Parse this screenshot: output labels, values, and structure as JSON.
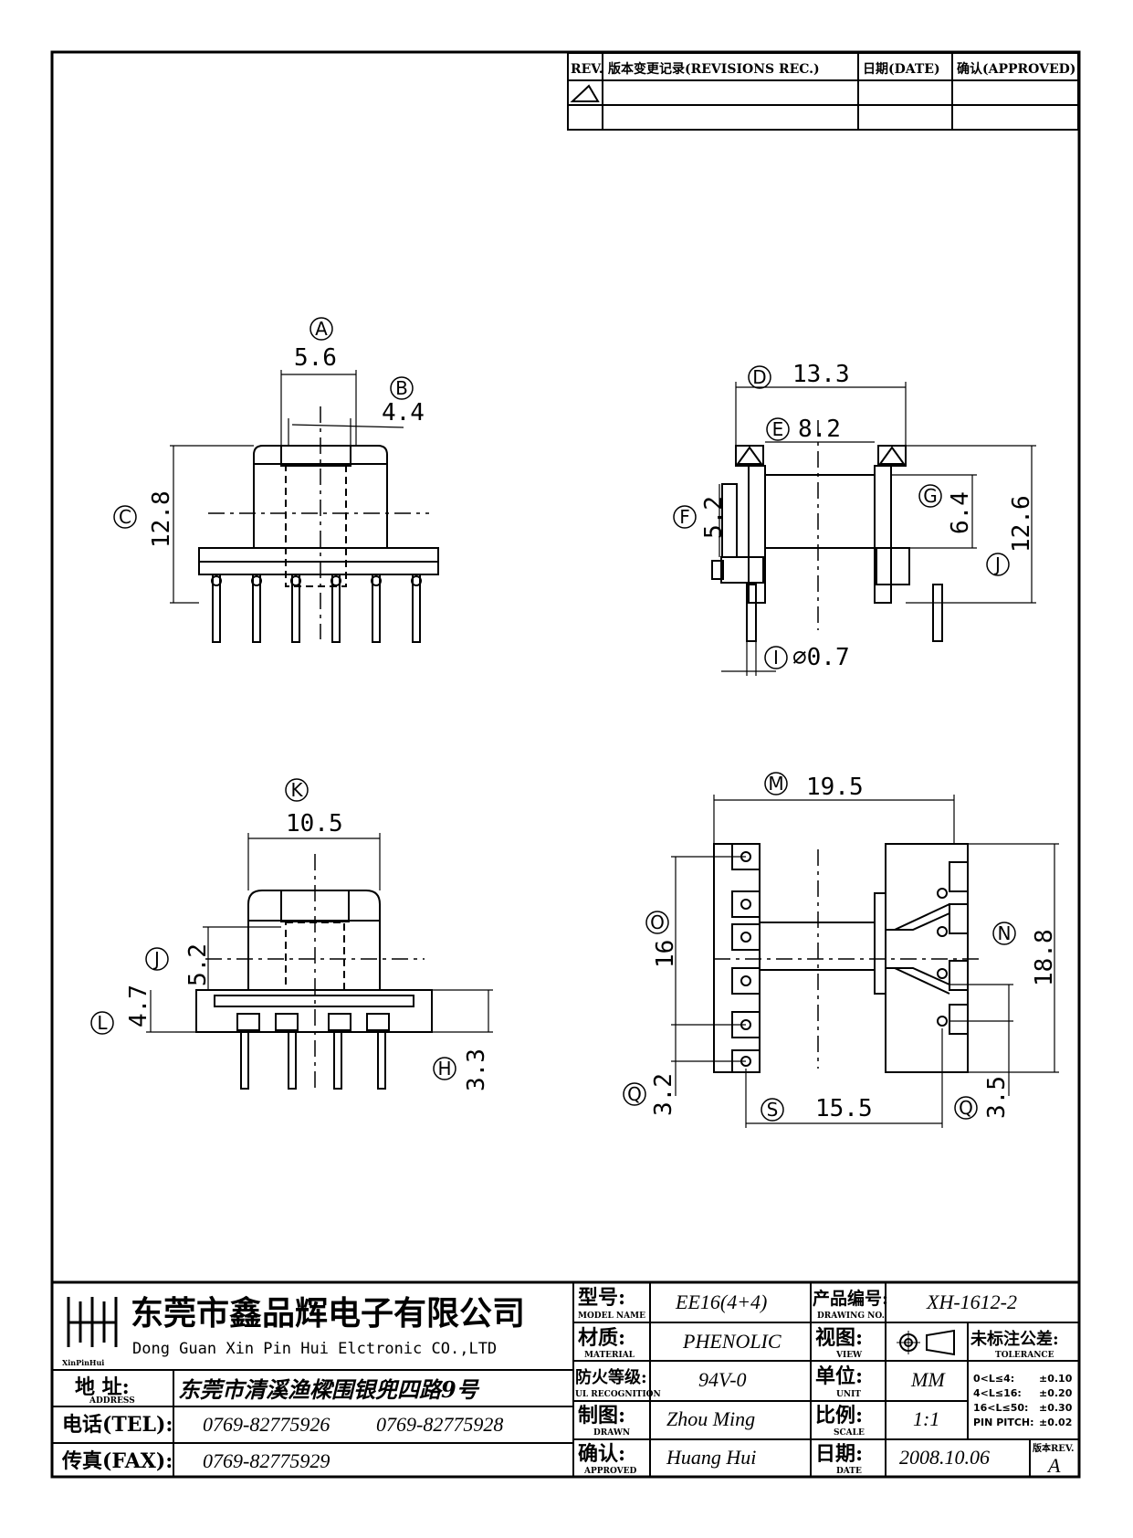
{
  "revision_table": {
    "headers": [
      "REV.",
      "版本变更记录(REVISIONS REC.)",
      "日期(DATE)",
      "确认(APPROVED)"
    ]
  },
  "views": {
    "front": {
      "A": "5.6",
      "B": "4.4",
      "C": "12.8"
    },
    "side": {
      "D": "13.3",
      "E": "8.2",
      "F": "5.2",
      "G": "6.4",
      "J": "12.6",
      "I": "⌀0.7"
    },
    "bottom_front": {
      "K": "10.5",
      "J": "5.2",
      "L": "4.7",
      "H": "3.3"
    },
    "top": {
      "M": "19.5",
      "O": "16",
      "N": "18.8",
      "Q_left": "3.2",
      "S": "15.5",
      "Q_right": "3.5"
    }
  },
  "title_block": {
    "logo_text": "XinPinHui",
    "company_cn": "东莞市鑫品辉电子有限公司",
    "company_en": "Dong Guan Xin Pin Hui Elctronic CO.,LTD",
    "address_label": "地 址:",
    "address_sub": "ADDRESS",
    "address": "东莞市清溪渔樑围银兜四路9号",
    "tel_label": "电话(TEL):",
    "tel1": "0769-82775926",
    "tel2": "0769-82775928",
    "fax_label": "传真(FAX):",
    "fax": "0769-82775929",
    "model_label": "型号:",
    "model_sub": "MODEL NAME",
    "model": "EE16(4+4)",
    "material_label": "材质:",
    "material_sub": "MATERIAL",
    "material": "PHENOLIC",
    "ul_label": "防火等级:",
    "ul_sub": "UL RECOGNITION",
    "ul": "94V-0",
    "drawn_label": "制图:",
    "drawn_sub": "DRAWN",
    "drawn": "Zhou Ming",
    "approved_label": "确认:",
    "approved_sub": "APPROVED",
    "approved": "Huang Hui",
    "drawing_no_label": "产品编号:",
    "drawing_no_sub": "DRAWING NO.",
    "drawing_no": "XH-1612-2",
    "view_label": "视图:",
    "view_sub": "VIEW",
    "unit_label": "单位:",
    "unit_sub": "UNIT",
    "unit": "MM",
    "scale_label": "比例:",
    "scale_sub": "SCALE",
    "scale": "1:1",
    "date_label": "日期:",
    "date_sub": "DATE",
    "date": "2008.10.06",
    "tolerance_label": "未标注公差:",
    "tolerance_sub": "TOLERANCE",
    "tolerances": [
      {
        "range": "0<L≤4:",
        "value": "±0.10"
      },
      {
        "range": "4<L≤16:",
        "value": "±0.20"
      },
      {
        "range": "16<L≤50:",
        "value": "±0.30"
      },
      {
        "range": "PIN PITCH:",
        "value": "±0.02"
      }
    ],
    "rev_label": "版本REV.",
    "rev": "A"
  }
}
